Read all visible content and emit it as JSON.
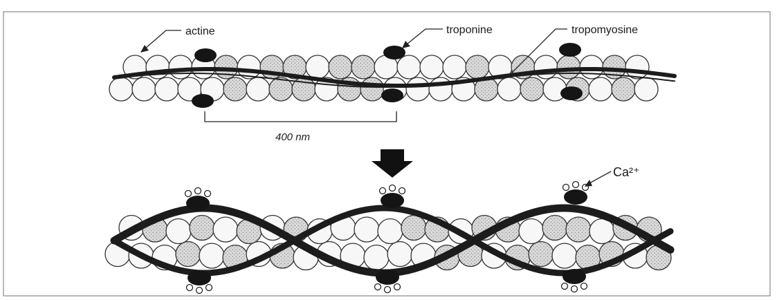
{
  "labels": {
    "actine": "actine",
    "troponine": "troponine",
    "tropomyosine": "tropomyosine",
    "distance": "400 nm",
    "calcium": "Ca²⁺"
  },
  "colors": {
    "bead_light": "#f7f7f7",
    "bead_shaded": "#c9c9c9",
    "troponin": "#151515",
    "strand": "#1c1c1c",
    "frame": "#888888"
  }
}
